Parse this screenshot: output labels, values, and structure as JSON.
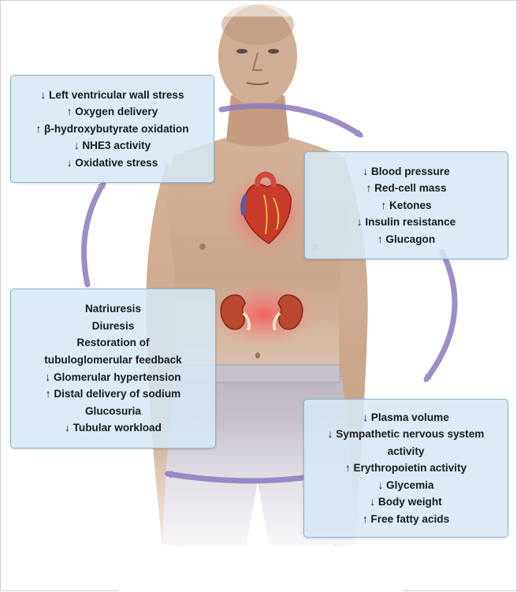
{
  "panels": {
    "top_left": {
      "lines": [
        "↓ Left ventricular wall stress",
        "↑ Oxygen delivery",
        "↑ β-hydroxybutyrate oxidation",
        "↓ NHE3 activity",
        "↓ Oxidative stress"
      ]
    },
    "top_right": {
      "lines": [
        "↓ Blood pressure",
        "↑ Red-cell mass",
        "↑ Ketones",
        "↓ Insulin resistance",
        "↑ Glucagon"
      ]
    },
    "middle_left": {
      "lines": [
        "Natriuresis",
        "Diuresis",
        "Restoration of",
        "tubuloglomerular feedback",
        "↓ Glomerular hypertension",
        "↑ Distal delivery of sodium",
        "Glucosuria",
        "↓ Tubular workload"
      ]
    },
    "bottom_right": {
      "lines": [
        "↓ Plasma volume",
        "↓ Sympathetic nervous system",
        "activity",
        "↑ Erythropoietin activity",
        "↓ Glycemia",
        "↓ Body weight",
        "↑ Free fatty acids"
      ]
    }
  },
  "colors": {
    "panel_fill": "#d6e8f4",
    "panel_border": "#8fb4cf",
    "cycle_arrow": "#8c7bbf",
    "skin": "#c9a58a",
    "organ_glow": "#e8353f"
  },
  "illustration": {
    "figure": "man-torso",
    "organs": [
      "heart",
      "kidneys"
    ]
  }
}
